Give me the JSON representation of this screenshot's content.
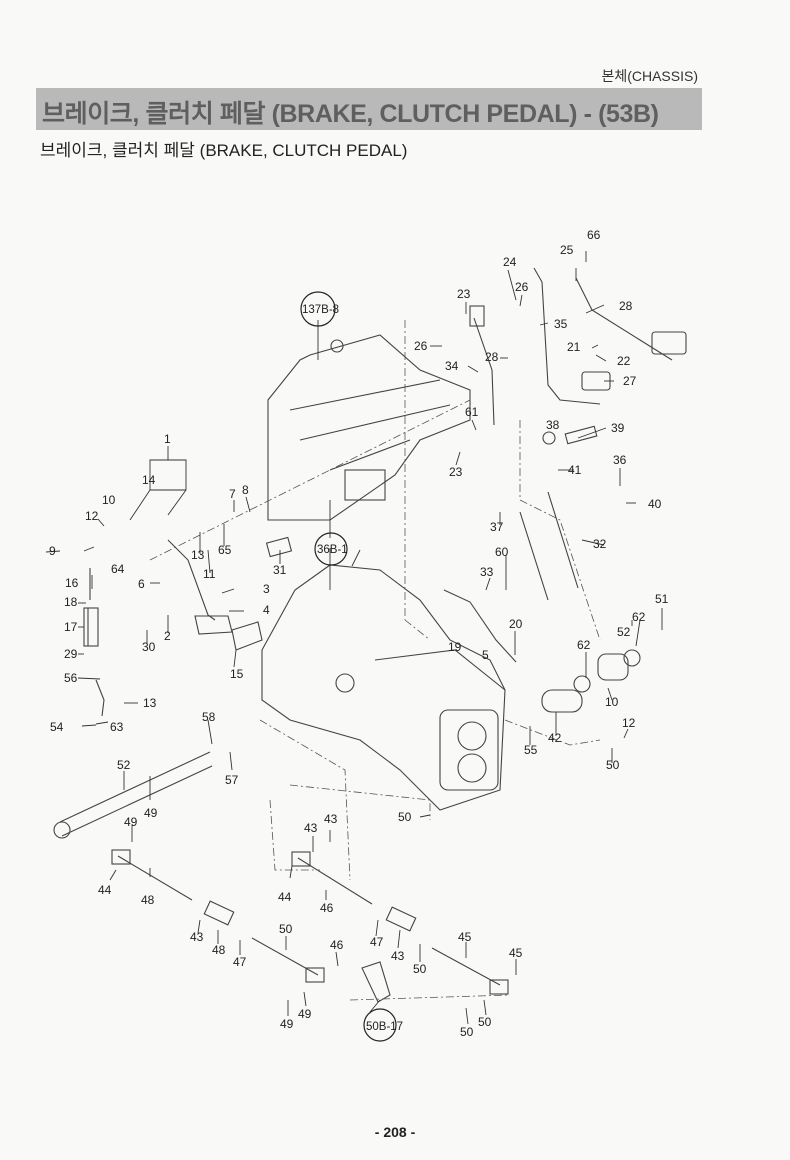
{
  "header": {
    "section": "본체(CHASSIS)",
    "title": "브레이크, 클러치 페달 (BRAKE, CLUTCH PEDAL) - (53B)",
    "subtitle": "브레이크, 클러치 페달 (BRAKE, CLUTCH PEDAL)"
  },
  "references": [
    "137B-8",
    "36B-1",
    "50B-17"
  ],
  "callouts": [
    "66",
    "25",
    "24",
    "26",
    "23",
    "28",
    "35",
    "26",
    "21",
    "28",
    "22",
    "34",
    "27",
    "61",
    "38",
    "39",
    "1",
    "36",
    "41",
    "23",
    "14",
    "8",
    "7",
    "10",
    "40",
    "12",
    "37",
    "32",
    "65",
    "60",
    "9",
    "13",
    "64",
    "11",
    "31",
    "33",
    "16",
    "6",
    "3",
    "51",
    "18",
    "4",
    "62",
    "17",
    "20",
    "52",
    "2",
    "62",
    "30",
    "19",
    "29",
    "5",
    "15",
    "56",
    "10",
    "13",
    "58",
    "12",
    "54",
    "63",
    "42",
    "55",
    "52",
    "50",
    "57",
    "49",
    "50",
    "49",
    "43",
    "43",
    "44",
    "44",
    "48",
    "46",
    "50",
    "45",
    "43",
    "46",
    "47",
    "48",
    "45",
    "43",
    "47",
    "50",
    "49",
    "50",
    "49",
    "50"
  ],
  "footer": {
    "page_number": "- 208 -"
  }
}
